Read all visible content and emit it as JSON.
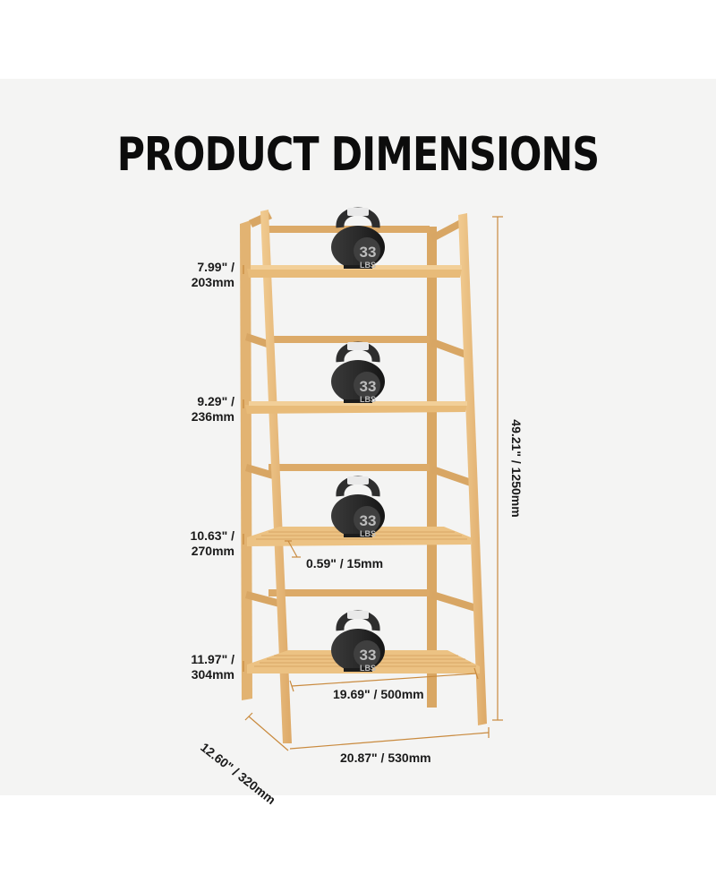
{
  "title": "PRODUCT DIMENSIONS",
  "shelf_gaps": [
    {
      "imperial": "7.99\" /",
      "metric": "203mm"
    },
    {
      "imperial": "9.29\" /",
      "metric": "236mm"
    },
    {
      "imperial": "10.63\" /",
      "metric": "270mm"
    },
    {
      "imperial": "11.97\" /",
      "metric": "304mm"
    }
  ],
  "shelf_thickness": "0.59\" / 15mm",
  "height": "49.21\" / 1250mm",
  "shelf_width": "19.69\" / 500mm",
  "overall_width": "20.87\" / 530mm",
  "depth": "12.60\" / 320mm",
  "weight_label": {
    "number": "33",
    "unit": "LBS"
  },
  "colors": {
    "wood": "#e9bd7e",
    "wood_dark": "#c9934f",
    "dimension_line": "#c98a3e",
    "kettlebell": "#2b2b2b",
    "background": "#f4f4f3"
  }
}
